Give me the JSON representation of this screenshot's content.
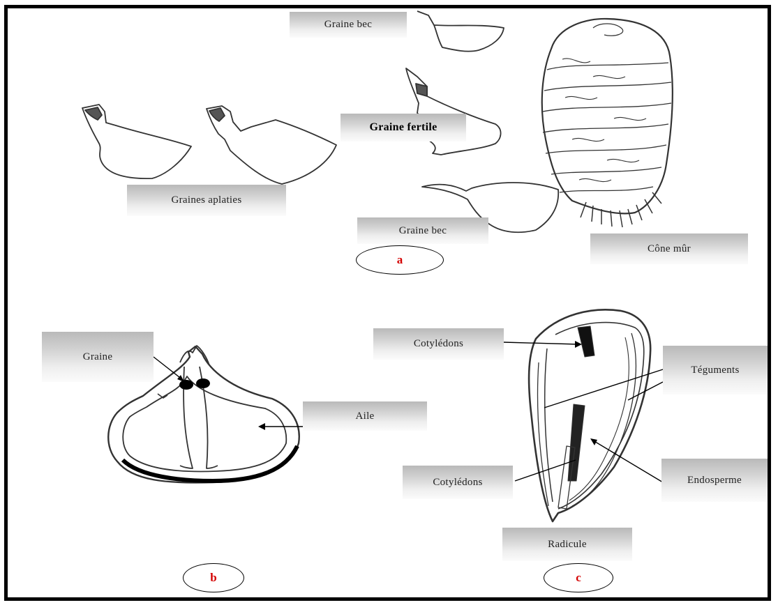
{
  "labels": {
    "graine_bec_top": "Graine bec",
    "graine_fertile": "Graine fertile",
    "graines_aplaties": "Graines aplaties",
    "graine_bec_bottom": "Graine bec",
    "cone_mur": "Cône mûr",
    "graine": "Graine",
    "aile": "Aile",
    "cotyledons_top": "Cotylédons",
    "teguments": "Téguments",
    "endosperme": "Endosperme",
    "cotyledons_bottom": "Cotylédons",
    "radicule": "Radicule"
  },
  "panels": {
    "a": "a",
    "b": "b",
    "c": "c"
  },
  "colors": {
    "panel_letter": "#d40000",
    "line": "#222222",
    "frame": "#000000"
  }
}
